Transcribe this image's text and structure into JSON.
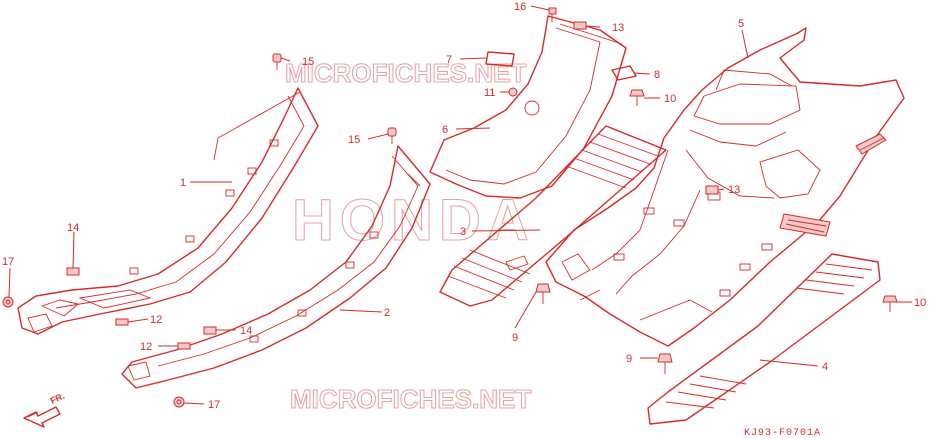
{
  "diagram": {
    "watermarks": {
      "top": "MICROFICHES.NET",
      "center": "HONDA",
      "bottom": "MICROFICHES.NET"
    },
    "drawing_code": "KJ93-F0701A",
    "direction_label": "FR.",
    "colors": {
      "line": "#d92a2a",
      "watermark": "#e9a0a0",
      "background": "#ffffff"
    },
    "callouts": [
      {
        "id": "c16",
        "label": "16"
      },
      {
        "id": "c13a",
        "label": "13"
      },
      {
        "id": "c5",
        "label": "5"
      },
      {
        "id": "c7",
        "label": "7"
      },
      {
        "id": "c8",
        "label": "8"
      },
      {
        "id": "c15a",
        "label": "15"
      },
      {
        "id": "c11",
        "label": "11"
      },
      {
        "id": "c10a",
        "label": "10"
      },
      {
        "id": "c6",
        "label": "6"
      },
      {
        "id": "c15b",
        "label": "15"
      },
      {
        "id": "c1",
        "label": "1"
      },
      {
        "id": "c13b",
        "label": "13"
      },
      {
        "id": "c3",
        "label": "3"
      },
      {
        "id": "c14a",
        "label": "14"
      },
      {
        "id": "c17a",
        "label": "17"
      },
      {
        "id": "c10b",
        "label": "10"
      },
      {
        "id": "c12a",
        "label": "12"
      },
      {
        "id": "c2",
        "label": "2"
      },
      {
        "id": "c9a",
        "label": "9"
      },
      {
        "id": "c14b",
        "label": "14"
      },
      {
        "id": "c12b",
        "label": "12"
      },
      {
        "id": "c9b",
        "label": "9"
      },
      {
        "id": "c4",
        "label": "4"
      },
      {
        "id": "c17b",
        "label": "17"
      }
    ]
  }
}
